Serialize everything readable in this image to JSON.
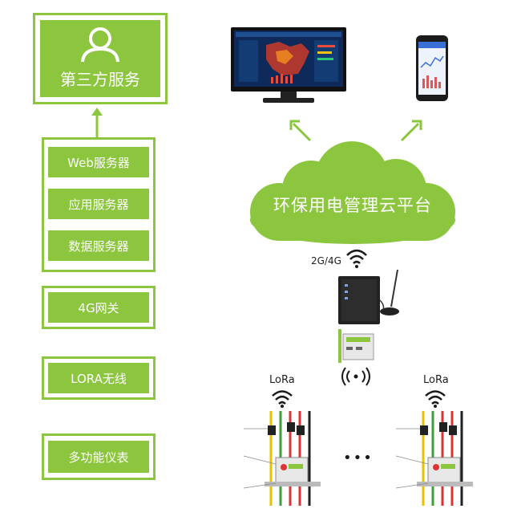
{
  "left_column": {
    "third_party": "第三方服务",
    "servers": [
      "Web服务器",
      "应用服务器",
      "数据服务器"
    ],
    "gateway": "4G网关",
    "lora": "LORA无线",
    "meter": "多功能仪表"
  },
  "right_side": {
    "cloud_label": "环保用电管理云平台",
    "network_label": "2G/4G",
    "lora_left": "LoRa",
    "lora_right": "LoRa",
    "ellipsis": "•••"
  },
  "colors": {
    "green": "#8cc63f",
    "dark": "#1a1a1a"
  }
}
